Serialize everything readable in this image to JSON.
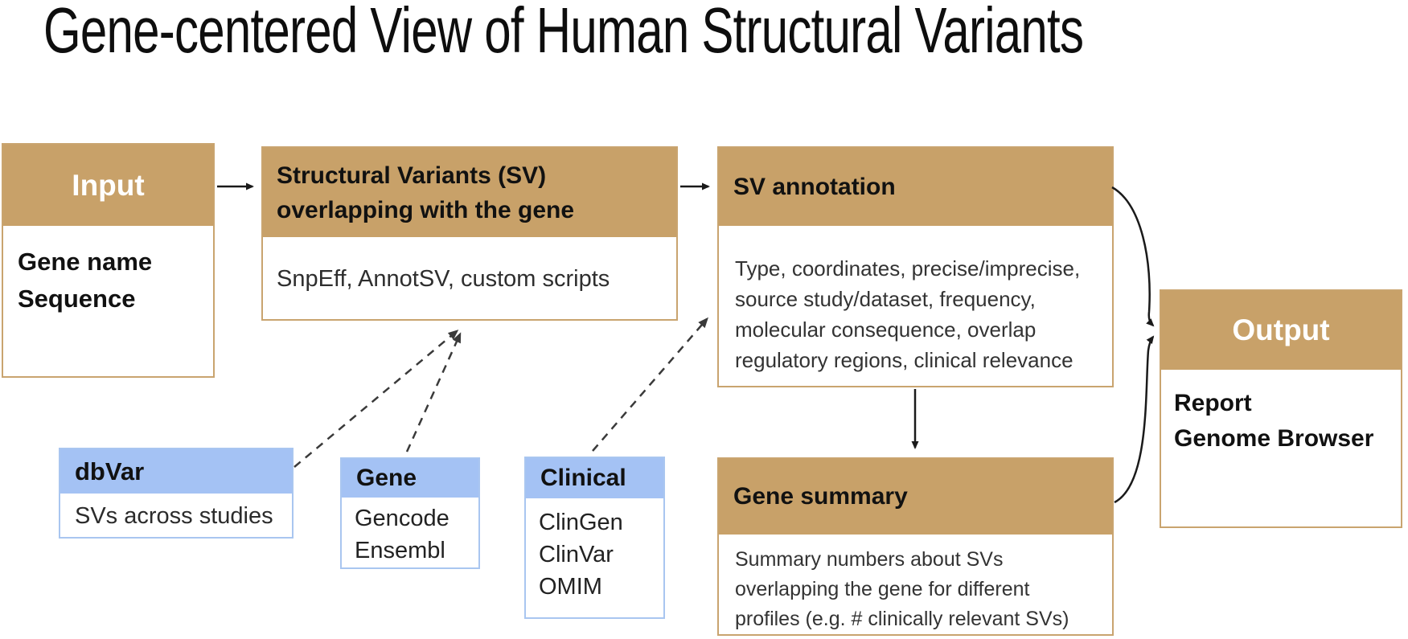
{
  "title": "Gene-centered View of Human Structural Variants",
  "colors": {
    "process_header": "#c8a169",
    "process_border": "#c9a46f",
    "source_header": "#a4c2f4",
    "source_border": "#a9c6f0",
    "arrow": "#1a1a1a",
    "dashed_arrow": "#4a4a4a"
  },
  "boxes": {
    "input": {
      "title": "Input",
      "body": [
        "Gene name",
        "Sequence"
      ]
    },
    "sv": {
      "title": [
        "Structural Variants (SV)",
        "overlapping with the gene"
      ],
      "body": "SnpEff, AnnotSV, custom scripts"
    },
    "sv_annotation": {
      "title": "SV annotation",
      "body": [
        "Type, coordinates, precise/imprecise,",
        "source study/dataset, frequency,",
        "molecular consequence, overlap",
        "regulatory regions, clinical relevance"
      ]
    },
    "output": {
      "title": "Output",
      "body": [
        "Report",
        "Genome Browser"
      ]
    },
    "gene_summary": {
      "title": "Gene summary",
      "body": [
        "Summary numbers about SVs",
        "overlapping the gene for different",
        "profiles (e.g. # clinically relevant SVs)"
      ]
    },
    "dbvar": {
      "title": "dbVar",
      "body": "SVs across studies"
    },
    "gene": {
      "title": "Gene",
      "body": [
        "Gencode",
        "Ensembl"
      ]
    },
    "clinical": {
      "title": "Clinical",
      "body": [
        "ClinGen",
        "ClinVar",
        "OMIM"
      ]
    }
  }
}
